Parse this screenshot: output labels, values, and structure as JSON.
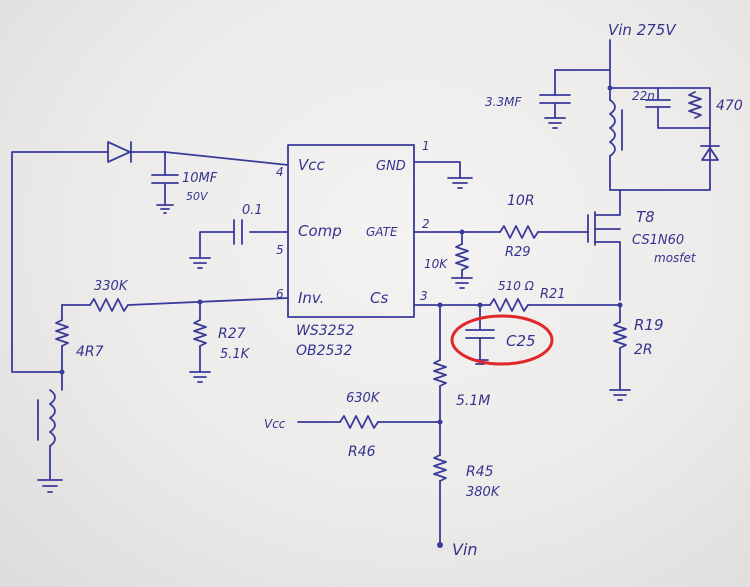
{
  "colors": {
    "ink": "#3a3a9a",
    "highlight": "#e0282a",
    "paper": "#eeedeb"
  },
  "ic": {
    "part1": "WS3252",
    "part2": "OB2532",
    "vcc": "Vcc",
    "gnd": "GND",
    "comp": "Comp",
    "gate": "GATE",
    "inv": "Inv.",
    "cs": "Cs",
    "pin1": "1",
    "pin2": "2",
    "pin3": "3",
    "pin4": "4",
    "pin5": "5",
    "pin6": "6"
  },
  "labels": {
    "vin_top": "Vin 275V",
    "c_3u3": "3.3MF",
    "c_22n": "22n",
    "r_470": "470",
    "c_vcc_val": "10MF",
    "c_vcc_volt": "50V",
    "c_comp": "0.1",
    "r_gate": "10R",
    "r29": "R29",
    "r_10k": "10K",
    "r21_val": "510 Ω",
    "r21": "R21",
    "t8": "T8",
    "mosfet_part": "CS1N60",
    "mosfet_type": "mosfet",
    "r19": "R19",
    "r19_val": "2R",
    "r_330k": "330K",
    "r_4r7": "4R7",
    "r27": "R27",
    "r27_val": "5.1K",
    "c25": "C25",
    "r_5m1": "5.1M",
    "r_630k": "630K",
    "r46": "R46",
    "vcc_in": "Vcc",
    "r45": "R45",
    "r45_val": "380K",
    "vin_bottom": "Vin"
  }
}
